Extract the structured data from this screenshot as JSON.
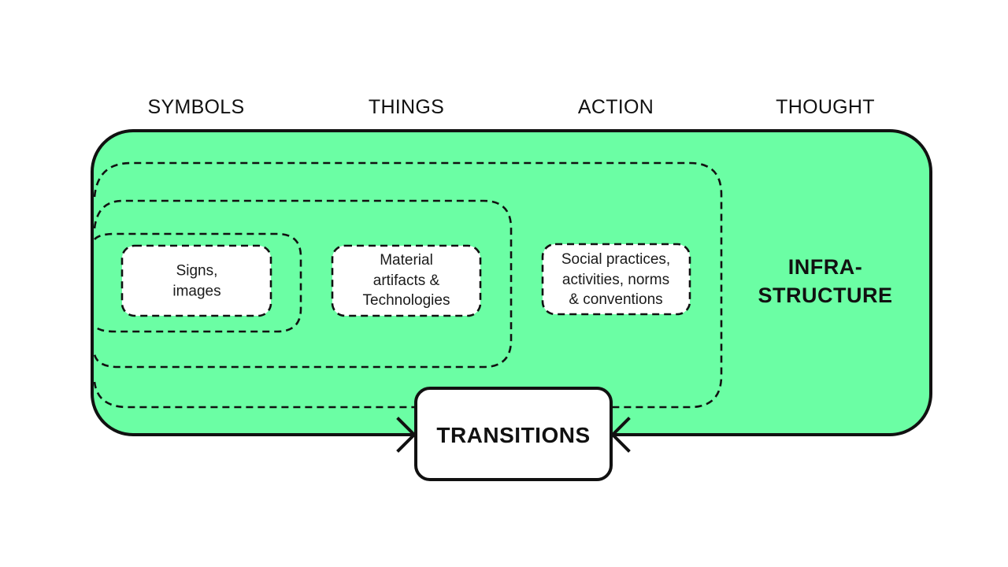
{
  "diagram": {
    "colors": {
      "infrastructure_fill": "#6bfea4",
      "stroke": "#111111",
      "box_fill": "#ffffff",
      "background": "#ffffff"
    },
    "columns": [
      {
        "label": "SYMBOLS"
      },
      {
        "label": "THINGS"
      },
      {
        "label": "ACTION"
      },
      {
        "label": "THOUGHT"
      }
    ],
    "nodes": {
      "symbols": {
        "lines": [
          "Signs,",
          "images"
        ]
      },
      "things": {
        "lines": [
          "Material",
          "artifacts &",
          "Technologies"
        ]
      },
      "action": {
        "lines": [
          "Social practices,",
          "activities, norms",
          "& conventions"
        ]
      }
    },
    "infrastructure": {
      "lines": [
        "INFRA-",
        "STRUCTURE"
      ]
    },
    "transitions": {
      "label": "TRANSITIONS"
    }
  }
}
